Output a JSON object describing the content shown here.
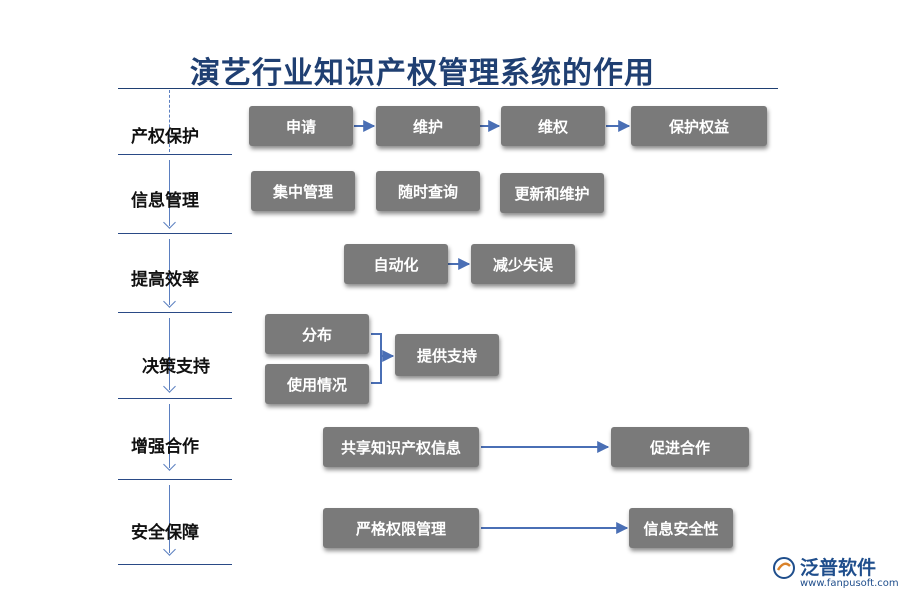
{
  "title": "演艺行业知识产权管理系统的作用",
  "categories": [
    "产权保护",
    "信息管理",
    "提高效率",
    "决策支持",
    "增强合作",
    "安全保障"
  ],
  "rows": {
    "protect": [
      "申请",
      "维护",
      "维权",
      "保护权益"
    ],
    "info": [
      "集中管理",
      "随时查询",
      "更新和维护"
    ],
    "efficiency": [
      "自动化",
      "减少失误"
    ],
    "decision": {
      "inputs": [
        "分布",
        "使用情况"
      ],
      "output": "提供支持"
    },
    "cooperation": {
      "from": "共享知识产权信息",
      "to": "促进合作"
    },
    "security": {
      "from": "严格权限管理",
      "to": "信息安全性"
    }
  },
  "logo": {
    "name": "泛普软件",
    "url": "www.fanpusoft.com"
  },
  "colors": {
    "title": "#1f3f72",
    "box": "#7a7a7a",
    "arrow": "#4a6fb5",
    "line": "#2a4a86"
  }
}
